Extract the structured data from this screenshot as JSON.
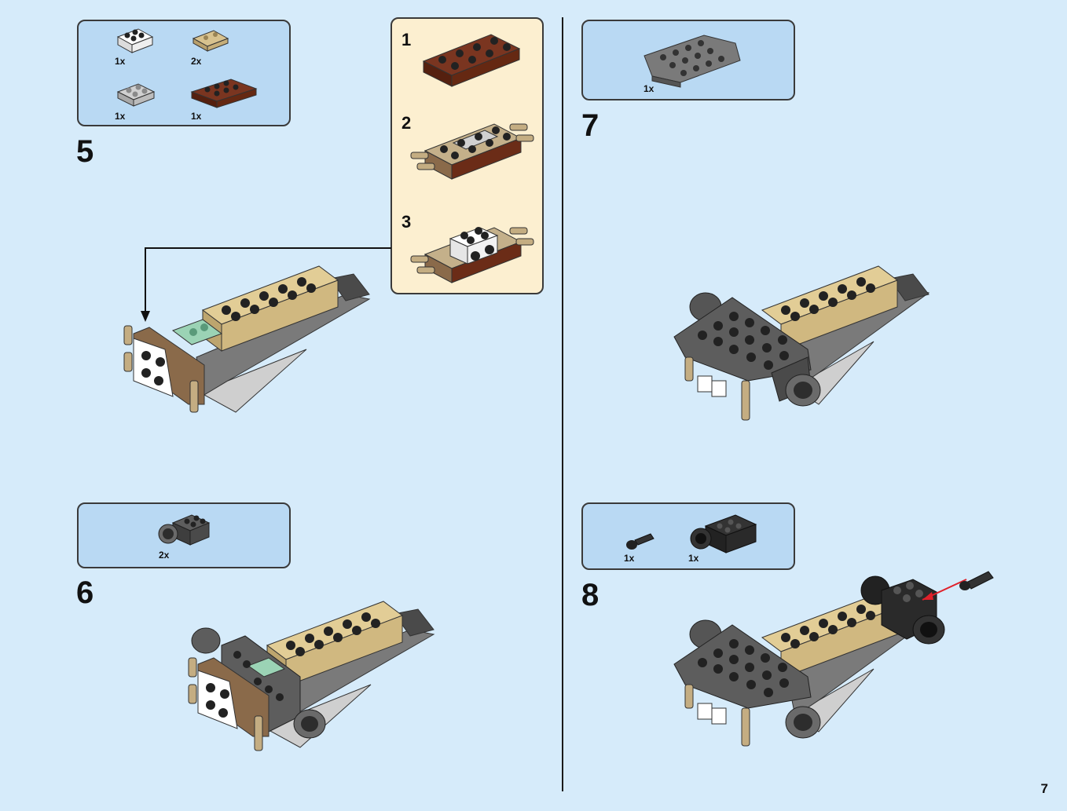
{
  "page_number": "7",
  "steps": [
    {
      "number": "5",
      "parts": [
        {
          "qty": "1x",
          "color": "white"
        },
        {
          "qty": "2x",
          "color": "tan"
        },
        {
          "qty": "1x",
          "color": "light-gray"
        },
        {
          "qty": "1x",
          "color": "reddish-brown"
        }
      ]
    },
    {
      "number": "6",
      "parts": [
        {
          "qty": "2x",
          "color": "dark-gray"
        }
      ]
    },
    {
      "number": "7",
      "parts": [
        {
          "qty": "1x",
          "color": "dark-gray"
        }
      ]
    },
    {
      "number": "8",
      "parts": [
        {
          "qty": "1x",
          "color": "black"
        },
        {
          "qty": "1x",
          "color": "black"
        }
      ]
    }
  ],
  "sub_steps": [
    "1",
    "2",
    "3"
  ],
  "colors": {
    "background": "#d6ebfa",
    "parts_box": "#b9d9f3",
    "sub_box": "#fcefd0",
    "tan": "#d8c28e",
    "dark_gray": "#5d5d5d",
    "black": "#222222",
    "reddish_brown": "#6b2c17",
    "arrow_red": "#e0202a"
  }
}
